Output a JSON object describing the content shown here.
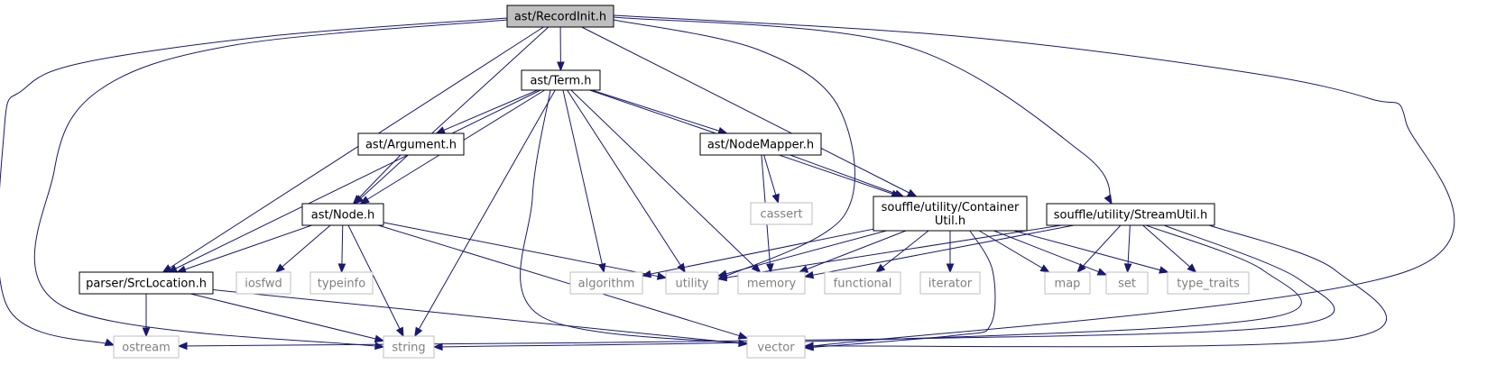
{
  "diagram": {
    "colors": {
      "edge": "#191970",
      "root_fill": "#bfbfbf",
      "node_border": "#000000",
      "external_border": "#bfbfbf",
      "external_text": "#808080"
    },
    "nodes": [
      {
        "id": "recordinit",
        "lines": [
          "ast/RecordInit.h"
        ],
        "kind": "root"
      },
      {
        "id": "term",
        "lines": [
          "ast/Term.h"
        ],
        "kind": "header"
      },
      {
        "id": "argument",
        "lines": [
          "ast/Argument.h"
        ],
        "kind": "header"
      },
      {
        "id": "nodemapper",
        "lines": [
          "ast/NodeMapper.h"
        ],
        "kind": "header"
      },
      {
        "id": "node",
        "lines": [
          "ast/Node.h"
        ],
        "kind": "header"
      },
      {
        "id": "containerutil",
        "lines": [
          "souffle/utility/Container",
          "Util.h"
        ],
        "kind": "header"
      },
      {
        "id": "streamutil",
        "lines": [
          "souffle/utility/StreamUtil.h"
        ],
        "kind": "header"
      },
      {
        "id": "srclocation",
        "lines": [
          "parser/SrcLocation.h"
        ],
        "kind": "header"
      },
      {
        "id": "cassert",
        "lines": [
          "cassert"
        ],
        "kind": "system"
      },
      {
        "id": "iosfwd",
        "lines": [
          "iosfwd"
        ],
        "kind": "system"
      },
      {
        "id": "typeinfo",
        "lines": [
          "typeinfo"
        ],
        "kind": "system"
      },
      {
        "id": "algorithm",
        "lines": [
          "algorithm"
        ],
        "kind": "system"
      },
      {
        "id": "utility",
        "lines": [
          "utility"
        ],
        "kind": "system"
      },
      {
        "id": "memory",
        "lines": [
          "memory"
        ],
        "kind": "system"
      },
      {
        "id": "functional",
        "lines": [
          "functional"
        ],
        "kind": "system"
      },
      {
        "id": "iterator",
        "lines": [
          "iterator"
        ],
        "kind": "system"
      },
      {
        "id": "map",
        "lines": [
          "map"
        ],
        "kind": "system"
      },
      {
        "id": "set",
        "lines": [
          "set"
        ],
        "kind": "system"
      },
      {
        "id": "type_traits",
        "lines": [
          "type_traits"
        ],
        "kind": "system"
      },
      {
        "id": "ostream",
        "lines": [
          "ostream"
        ],
        "kind": "system"
      },
      {
        "id": "string",
        "lines": [
          "string"
        ],
        "kind": "system"
      },
      {
        "id": "vector",
        "lines": [
          "vector"
        ],
        "kind": "system"
      }
    ],
    "edges": [
      {
        "from": "recordinit",
        "to": "term"
      },
      {
        "from": "recordinit",
        "to": "node"
      },
      {
        "from": "recordinit",
        "to": "srclocation"
      },
      {
        "from": "recordinit",
        "to": "ostream"
      },
      {
        "from": "recordinit",
        "to": "string"
      },
      {
        "from": "recordinit",
        "to": "utility"
      },
      {
        "from": "recordinit",
        "to": "containerutil"
      },
      {
        "from": "recordinit",
        "to": "streamutil"
      },
      {
        "from": "recordinit",
        "to": "vector"
      },
      {
        "from": "term",
        "to": "argument"
      },
      {
        "from": "term",
        "to": "nodemapper"
      },
      {
        "from": "term",
        "to": "node"
      },
      {
        "from": "term",
        "to": "srclocation"
      },
      {
        "from": "term",
        "to": "string"
      },
      {
        "from": "term",
        "to": "vector"
      },
      {
        "from": "term",
        "to": "algorithm"
      },
      {
        "from": "term",
        "to": "utility"
      },
      {
        "from": "term",
        "to": "memory"
      },
      {
        "from": "term",
        "to": "containerutil"
      },
      {
        "from": "argument",
        "to": "node"
      },
      {
        "from": "nodemapper",
        "to": "cassert"
      },
      {
        "from": "nodemapper",
        "to": "memory"
      },
      {
        "from": "nodemapper",
        "to": "containerutil"
      },
      {
        "from": "node",
        "to": "srclocation"
      },
      {
        "from": "node",
        "to": "iosfwd"
      },
      {
        "from": "node",
        "to": "typeinfo"
      },
      {
        "from": "node",
        "to": "string"
      },
      {
        "from": "node",
        "to": "vector"
      },
      {
        "from": "node",
        "to": "utility"
      },
      {
        "from": "srclocation",
        "to": "ostream"
      },
      {
        "from": "srclocation",
        "to": "string"
      },
      {
        "from": "srclocation",
        "to": "vector"
      },
      {
        "from": "containerutil",
        "to": "algorithm"
      },
      {
        "from": "containerutil",
        "to": "utility"
      },
      {
        "from": "containerutil",
        "to": "memory"
      },
      {
        "from": "containerutil",
        "to": "functional"
      },
      {
        "from": "containerutil",
        "to": "iterator"
      },
      {
        "from": "containerutil",
        "to": "map"
      },
      {
        "from": "containerutil",
        "to": "set"
      },
      {
        "from": "containerutil",
        "to": "type_traits"
      },
      {
        "from": "containerutil",
        "to": "vector"
      },
      {
        "from": "streamutil",
        "to": "utility"
      },
      {
        "from": "streamutil",
        "to": "memory"
      },
      {
        "from": "streamutil",
        "to": "map"
      },
      {
        "from": "streamutil",
        "to": "set"
      },
      {
        "from": "streamutil",
        "to": "type_traits"
      },
      {
        "from": "streamutil",
        "to": "ostream"
      },
      {
        "from": "streamutil",
        "to": "string"
      },
      {
        "from": "streamutil",
        "to": "vector"
      }
    ]
  }
}
